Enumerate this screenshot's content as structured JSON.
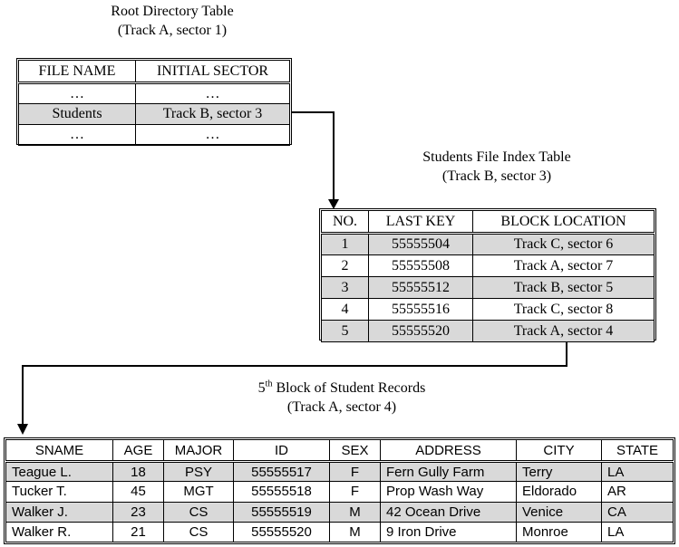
{
  "colors": {
    "background": "#ffffff",
    "border": "#000000",
    "shaded_row": "#d9d9d9"
  },
  "diagram": {
    "root_table": {
      "title_line1": "Root Directory Table",
      "title_line2": "(Track A, sector 1)",
      "headers": [
        "FILE NAME",
        "INITIAL SECTOR"
      ],
      "rows": [
        {
          "cells": [
            "…",
            "…"
          ]
        },
        {
          "cells": [
            "Students",
            "Track B, sector 3"
          ]
        },
        {
          "cells": [
            "…",
            "…"
          ]
        }
      ]
    },
    "index_table": {
      "title_line1": "Students File Index Table",
      "title_line2": "(Track B, sector 3)",
      "headers": [
        "NO.",
        "LAST KEY",
        "BLOCK LOCATION"
      ],
      "rows": [
        {
          "cells": [
            "1",
            "55555504",
            "Track C, sector 6"
          ]
        },
        {
          "cells": [
            "2",
            "55555508",
            "Track A, sector 7"
          ]
        },
        {
          "cells": [
            "3",
            "55555512",
            "Track B, sector 5"
          ]
        },
        {
          "cells": [
            "4",
            "55555516",
            "Track C, sector 8"
          ]
        },
        {
          "cells": [
            "5",
            "55555520",
            "Track A, sector 4"
          ]
        }
      ]
    },
    "records_table": {
      "title_prefix": "5",
      "title_superscript": "th",
      "title_rest": " Block of Student Records",
      "title_line2": "(Track A, sector 4)",
      "headers": [
        "SNAME",
        "AGE",
        "MAJOR",
        "ID",
        "SEX",
        "ADDRESS",
        "CITY",
        "STATE"
      ],
      "rows": [
        {
          "cells": [
            "Teague L.",
            "18",
            "PSY",
            "55555517",
            "F",
            "Fern Gully Farm",
            "Terry",
            "LA"
          ]
        },
        {
          "cells": [
            "Tucker T.",
            "45",
            "MGT",
            "55555518",
            "F",
            "Prop Wash Way",
            "Eldorado",
            "AR"
          ]
        },
        {
          "cells": [
            "Walker J.",
            "23",
            "CS",
            "55555519",
            "M",
            "42 Ocean Drive",
            "Venice",
            "CA"
          ]
        },
        {
          "cells": [
            "Walker R.",
            "21",
            "CS",
            "55555520",
            "M",
            "9 Iron Drive",
            "Monroe",
            "LA"
          ]
        }
      ]
    }
  }
}
